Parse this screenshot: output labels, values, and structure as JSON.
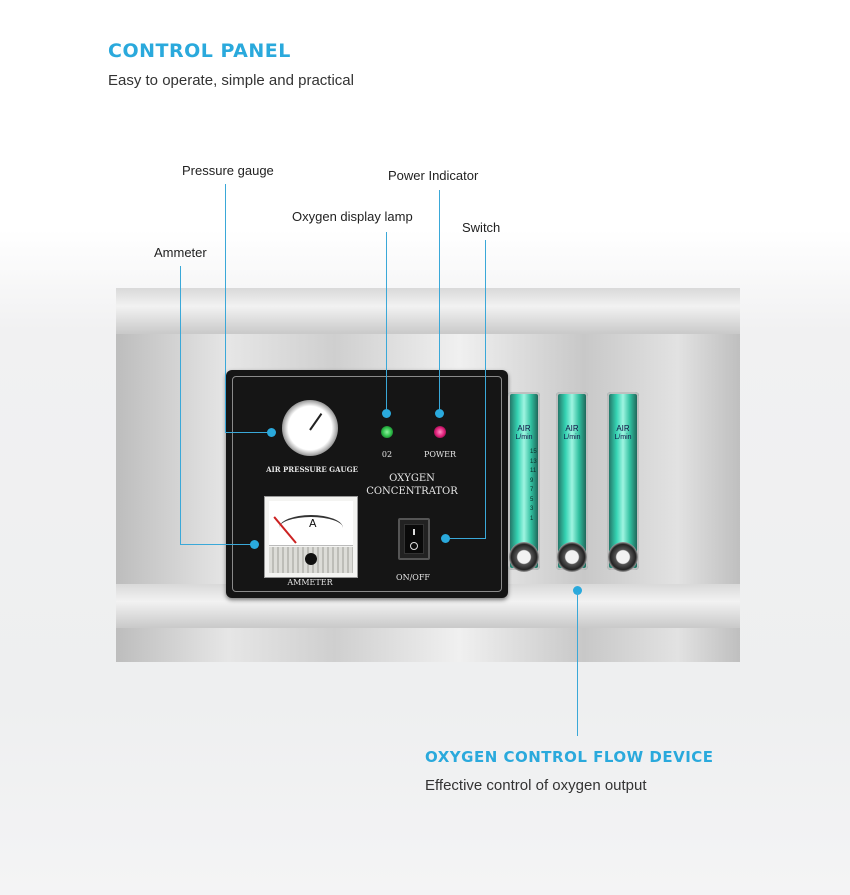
{
  "header": {
    "title": "CONTROL PANEL",
    "subtitle": "Easy to operate, simple and practical"
  },
  "callouts": {
    "pressure_gauge": "Pressure gauge",
    "power_indicator": "Power Indicator",
    "oxygen_lamp": "Oxygen display lamp",
    "switch": "Switch",
    "ammeter": "Ammeter"
  },
  "panel": {
    "gauge_label": "AIR PRESSURE GAUGE",
    "o2_label": "02",
    "power_label": "POWER",
    "title_line1": "OXYGEN",
    "title_line2": "CONCENTRATOR",
    "ammeter_label": "AMMETER",
    "meter_unit": "A",
    "switch_label": "ON/OFF"
  },
  "flowmeter": {
    "tube_label_1": "AIR",
    "tube_label_2": "L/min",
    "scale": [
      "15",
      "13",
      "11",
      "9",
      "7",
      "5",
      "3",
      "1"
    ]
  },
  "footer": {
    "title": "OXYGEN CONTROL FLOW DEVICE",
    "subtitle": "Effective control of oxygen output"
  },
  "colors": {
    "accent": "#2aa9dc",
    "o2_lamp": "#2fbf4a",
    "power_lamp": "#e0207a"
  }
}
